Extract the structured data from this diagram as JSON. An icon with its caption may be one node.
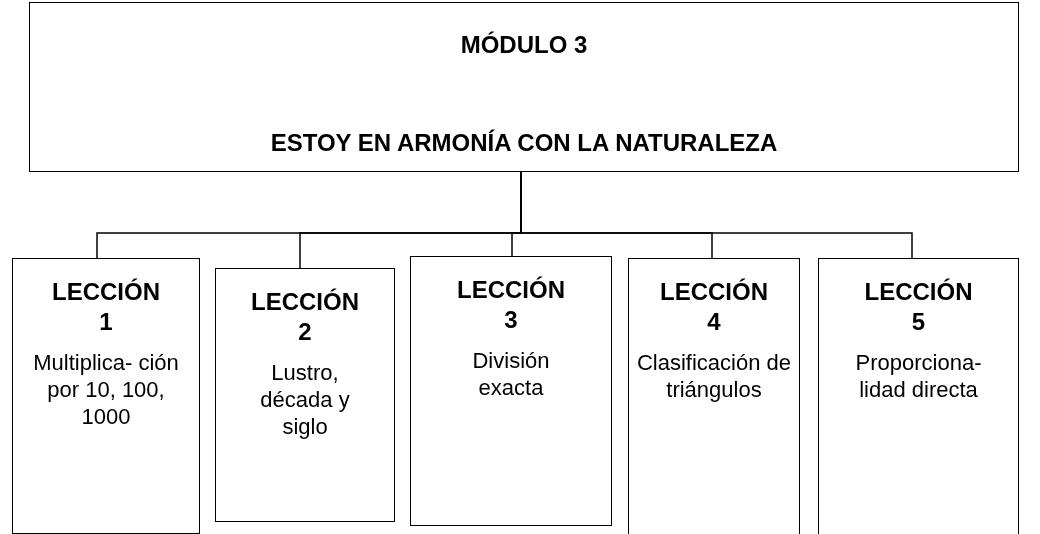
{
  "diagram": {
    "nodes": [
      {
        "text": [
          "MÓDULO 3",
          "ESTOY EN ARMONÍA CON LA NATURALEZA"
        ]
      },
      {
        "text": [
          "LECCIÓN 1",
          "Multiplica- ción por 10, 100, 1000"
        ]
      },
      {
        "text": [
          "LECCIÓN 2",
          "Lustro, década y siglo"
        ]
      },
      {
        "text": [
          "LECCIÓN 3",
          "División exacta"
        ]
      },
      {
        "text": [
          "LECCIÓN 4",
          "Clasificación de triángulos"
        ]
      },
      {
        "text": [
          "LECCIÓN 5",
          "Proporciona- lidad directa"
        ]
      }
    ],
    "edges": [
      {
        "from": 0,
        "to": 1,
        "arrow": "none"
      },
      {
        "from": 0,
        "to": 2,
        "arrow": "none"
      },
      {
        "from": 0,
        "to": 3,
        "arrow": "none"
      },
      {
        "from": 0,
        "to": 4,
        "arrow": "none"
      },
      {
        "from": 0,
        "to": 5,
        "arrow": "none"
      }
    ]
  }
}
